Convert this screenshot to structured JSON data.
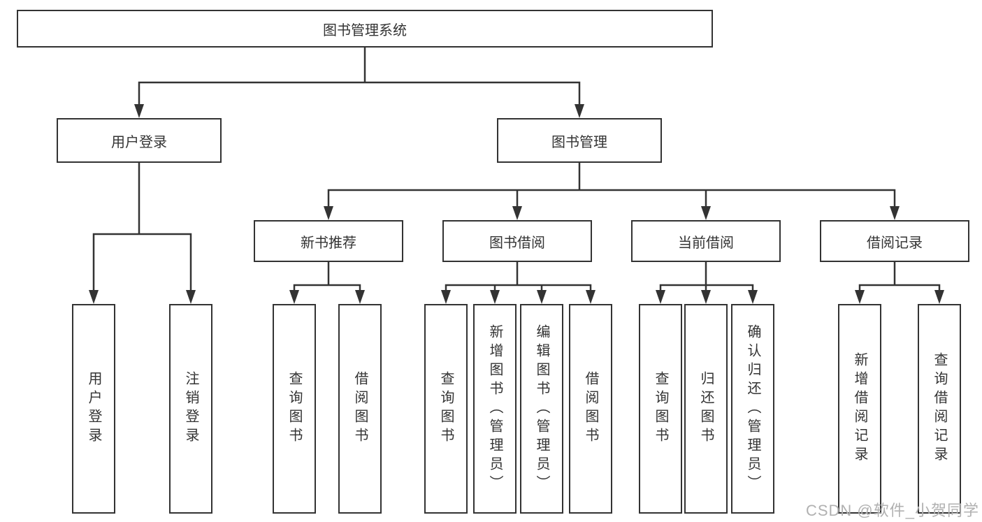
{
  "diagram": {
    "title_root": "图书管理系统",
    "level2": {
      "user_login": "用户登录",
      "book_mgmt": "图书管理"
    },
    "level3": {
      "new_books": "新书推荐",
      "book_borrow": "图书借阅",
      "current_borrow": "当前借阅",
      "borrow_records": "借阅记录"
    },
    "leaves": {
      "user_login": [
        "用户登录",
        "注销登录"
      ],
      "new_books": [
        "查询图书",
        "借阅图书"
      ],
      "book_borrow": [
        "查询图书",
        "新增图书（管理员）",
        "编辑图书（管理员）",
        "借阅图书"
      ],
      "current_borrow": [
        "查询图书",
        "归还图书",
        "确认归还（管理员）"
      ],
      "borrow_records": [
        "新增借阅记录",
        "查询借阅记录"
      ]
    },
    "colors": {
      "line": "#333333",
      "text": "#333333",
      "box_bg": "#ffffff",
      "watermark": "#b1b1b1"
    },
    "watermark": "CSDN @软件_小贺同学"
  }
}
